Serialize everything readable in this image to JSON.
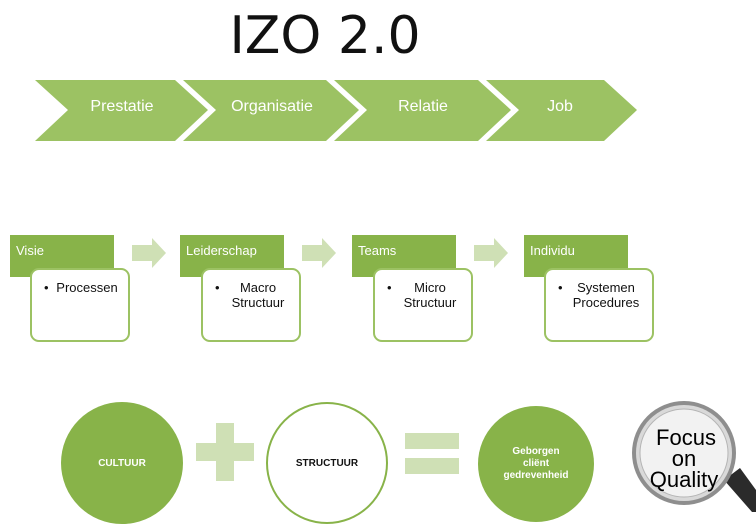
{
  "title": "IZO 2.0",
  "chevrons": [
    "Prestatie",
    "Organisatie",
    "Relatie",
    "Job"
  ],
  "stages": [
    {
      "tab": "Visie",
      "items": [
        "Processen"
      ]
    },
    {
      "tab": "Leiderschap",
      "items": [
        "Macro",
        "Structuur"
      ]
    },
    {
      "tab": "Teams",
      "items": [
        "Micro",
        "Structuur"
      ]
    },
    {
      "tab": "Individu",
      "items": [
        "Systemen",
        "Procedures"
      ]
    }
  ],
  "equation": {
    "left": "CULTUUR",
    "middle": "STRUCTUUR",
    "result": [
      "Geborgen",
      "cliënt",
      "gedrevenheid"
    ]
  },
  "badge": [
    "Focus",
    "on",
    "Quality"
  ],
  "colors": {
    "chevron": "#9cc263",
    "tab": "#88b349",
    "card_border": "#9cc263",
    "arrow": "#cfe0b5",
    "circle": "#88b349",
    "operator": "#cfe0b5"
  }
}
